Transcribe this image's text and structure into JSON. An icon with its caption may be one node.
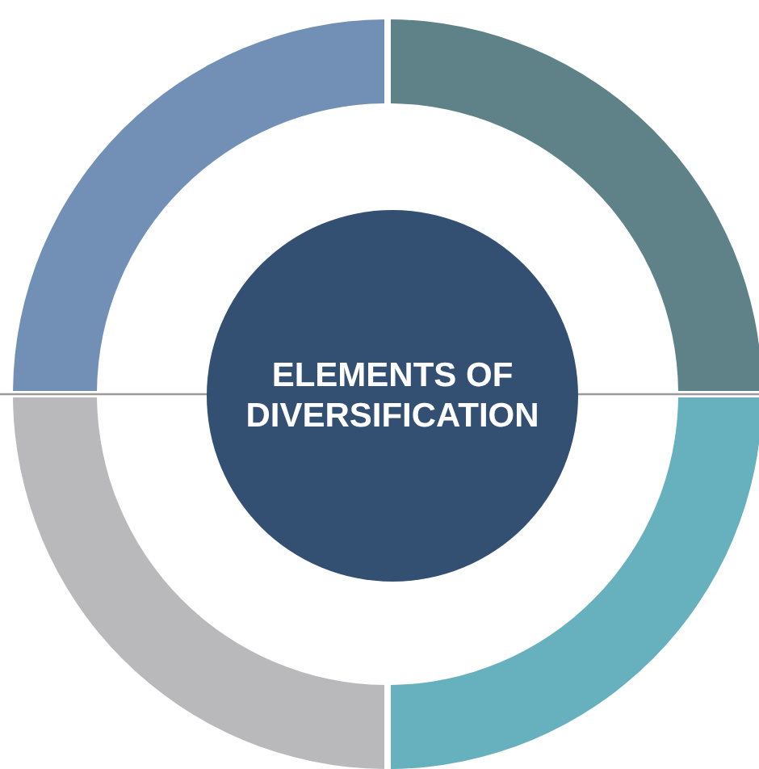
{
  "diagram": {
    "nodes": [
      {
        "text": [],
        "shape": "arc"
      },
      {
        "text": [],
        "shape": "arc"
      },
      {
        "text": [
          "ELEMENTS OF DIVERSIFICATION"
        ]
      },
      {
        "text": [],
        "shape": "arc"
      },
      {
        "text": [],
        "shape": "arc"
      }
    ]
  }
}
